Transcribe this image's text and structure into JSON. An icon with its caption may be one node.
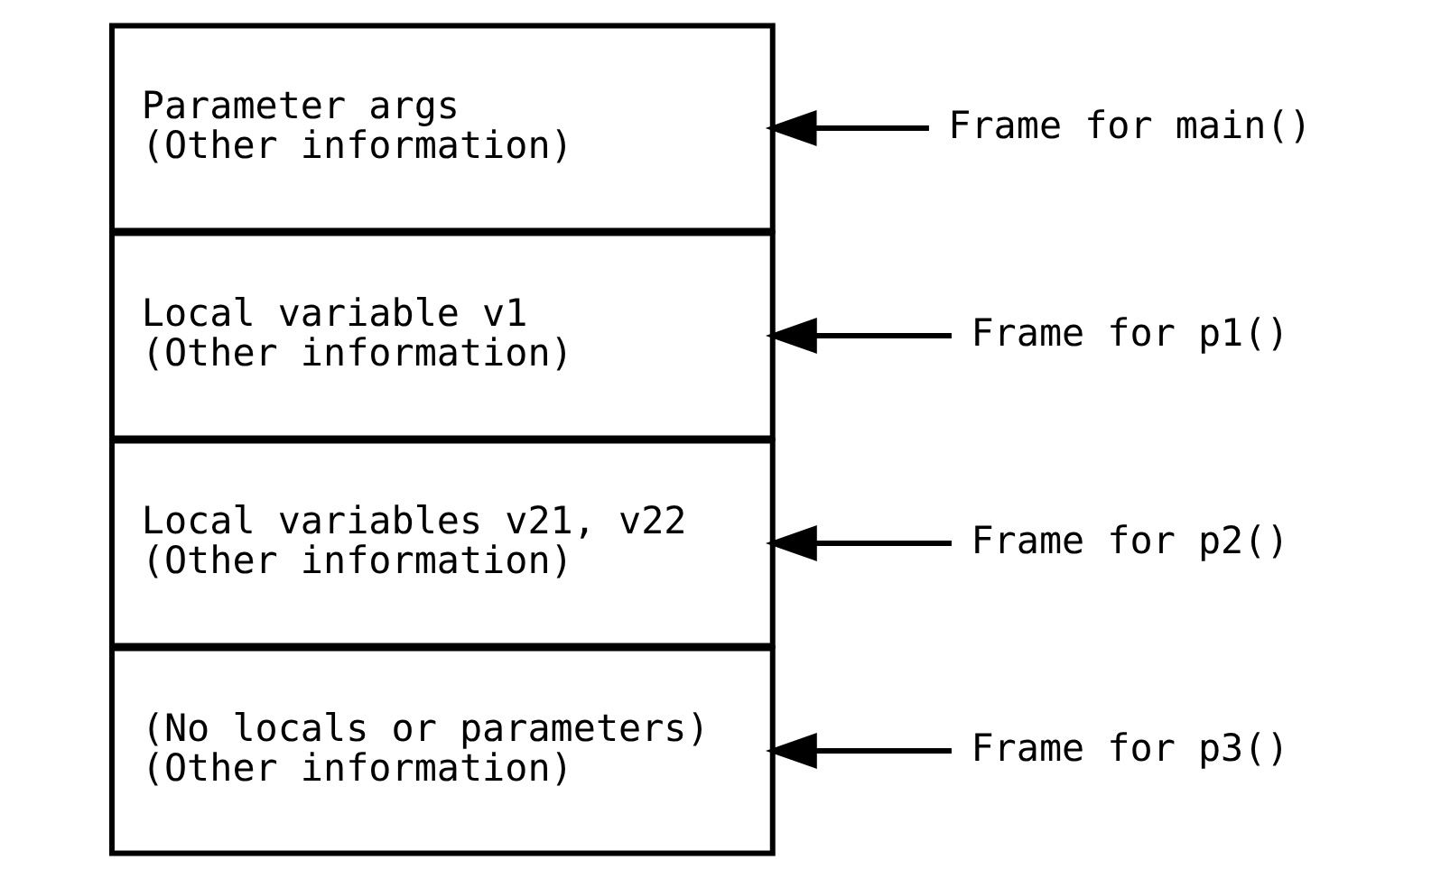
{
  "diagram": {
    "nodes": [
      {
        "text": [
          "(No locals or parameters)",
          "(Other information)"
        ]
      },
      {
        "text": [
          "Local variables v21, v22",
          "(Other information)"
        ]
      },
      {
        "text": [
          "Local variable v1",
          "(Other information)"
        ]
      },
      {
        "text": [
          "Parameter args",
          "(Other information)"
        ]
      },
      {
        "text": [
          "Frame for p3()"
        ]
      },
      {
        "text": [
          "Frame for p2()"
        ]
      },
      {
        "text": [
          "Frame for p1()"
        ]
      },
      {
        "text": [
          "Frame for main()"
        ]
      }
    ],
    "edges": [
      {
        "from": 4,
        "to": 0,
        "arrow": "to"
      },
      {
        "from": 5,
        "to": 1,
        "arrow": "to"
      },
      {
        "from": 6,
        "to": 2,
        "arrow": "to"
      },
      {
        "from": 7,
        "to": 3,
        "arrow": "to"
      }
    ]
  }
}
